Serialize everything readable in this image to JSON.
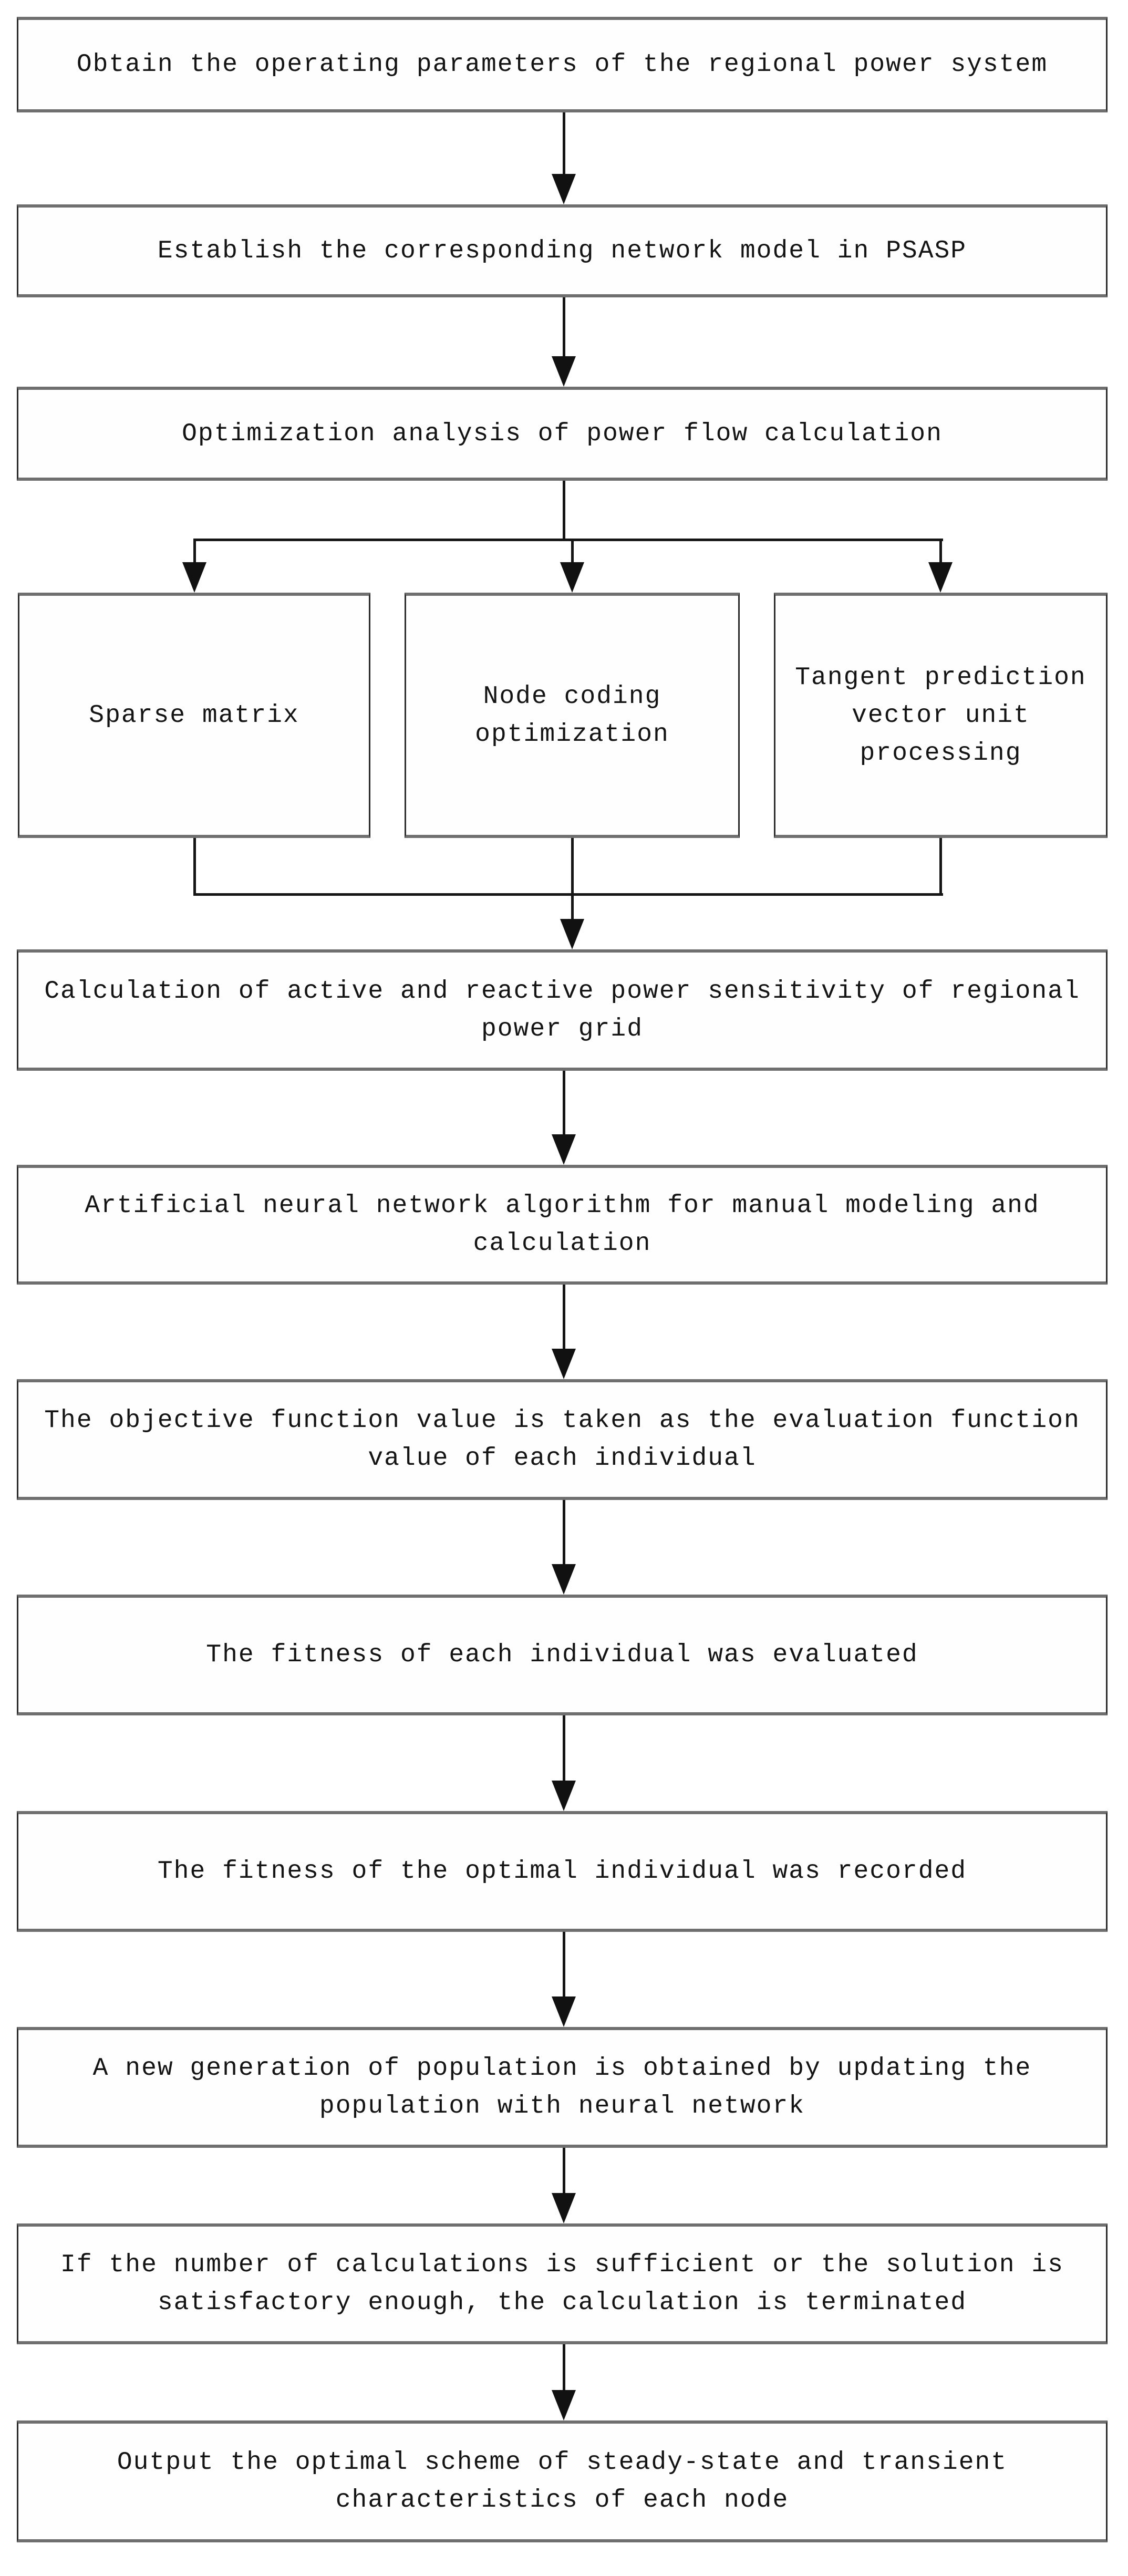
{
  "diagram": {
    "type": "flowchart",
    "direction": "top-down",
    "style": {
      "background": "#ffffff",
      "box_fill": "#fefefe",
      "box_border_horizontal": "#6f6f6f",
      "box_border_vertical": "#2b2b2b",
      "connector_color": "#151515",
      "text_color": "#141414"
    }
  },
  "nodes": [
    {
      "id": "obtain-parameters",
      "label": "Obtain the operating parameters of the regional power system"
    },
    {
      "id": "network-model",
      "label": "Establish the corresponding network model in PSASP"
    },
    {
      "id": "power-flow-optimization",
      "label": "Optimization analysis of power flow calculation"
    },
    {
      "id": "sparse-matrix",
      "label": "Sparse matrix"
    },
    {
      "id": "node-coding",
      "label": "Node coding\noptimization"
    },
    {
      "id": "tangent-prediction",
      "label": "Tangent prediction\nvector unit\nprocessing"
    },
    {
      "id": "sensitivity-calculation",
      "label": "Calculation of active and reactive power sensitivity of regional\npower grid"
    },
    {
      "id": "ann-modeling",
      "label": "Artificial neural network algorithm for manual modeling and\ncalculation"
    },
    {
      "id": "objective-function",
      "label": "The objective function value is taken as the evaluation function\nvalue of each individual"
    },
    {
      "id": "fitness-evaluated",
      "label": "The fitness of each individual was evaluated"
    },
    {
      "id": "fitness-recorded",
      "label": "The fitness of the optimal individual was recorded"
    },
    {
      "id": "new-generation",
      "label": "A new generation of population is obtained by updating the\npopulation with neural network"
    },
    {
      "id": "termination-check",
      "label": "If the number of calculations is sufficient or the solution is\nsatisfactory enough, the calculation is terminated"
    },
    {
      "id": "output-scheme",
      "label": "Output the optimal scheme of steady-state and transient\ncharacteristics of each node"
    }
  ],
  "edges": [
    "obtain-parameters -> network-model",
    "network-model -> power-flow-optimization",
    "power-flow-optimization -> sparse-matrix",
    "power-flow-optimization -> node-coding",
    "power-flow-optimization -> tangent-prediction",
    "sparse-matrix -> sensitivity-calculation",
    "node-coding -> sensitivity-calculation",
    "tangent-prediction -> sensitivity-calculation",
    "sensitivity-calculation -> ann-modeling",
    "ann-modeling -> objective-function",
    "objective-function -> fitness-evaluated",
    "fitness-evaluated -> fitness-recorded",
    "fitness-recorded -> new-generation",
    "new-generation -> termination-check",
    "termination-check -> output-scheme"
  ]
}
